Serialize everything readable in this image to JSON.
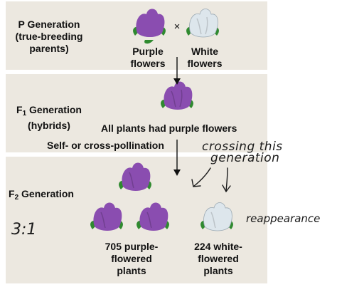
{
  "p_gen": {
    "title": "P Generation",
    "sub1": "(true-breeding",
    "sub2": "parents)",
    "cross_symbol": "×",
    "purple_line1": "Purple",
    "purple_line2": "flowers",
    "white_line1": "White",
    "white_line2": "flowers"
  },
  "f1_gen": {
    "title_prefix": "F",
    "title_sub": "1",
    "title_suffix": " Generation",
    "subtitle": "(hybrids)",
    "result": "All plants had purple flowers"
  },
  "pollination": "Self- or cross-pollination",
  "f2_gen": {
    "title_prefix": "F",
    "title_sub": "2",
    "title_suffix": " Generation",
    "purple_line1": "705 purple-",
    "purple_line2": "flowered",
    "purple_line3": "plants",
    "white_line1": "224 white-",
    "white_line2": "flowered",
    "white_line3": "plants"
  },
  "handwriting": {
    "line1": "crossing this",
    "line2": "generation",
    "ratio": "3:1",
    "note": "reappearance"
  },
  "colors": {
    "panel": "#ece8e0",
    "purple": "#8a4db0",
    "white_flower": "#dde6ec",
    "leaf": "#2f8a2f"
  }
}
